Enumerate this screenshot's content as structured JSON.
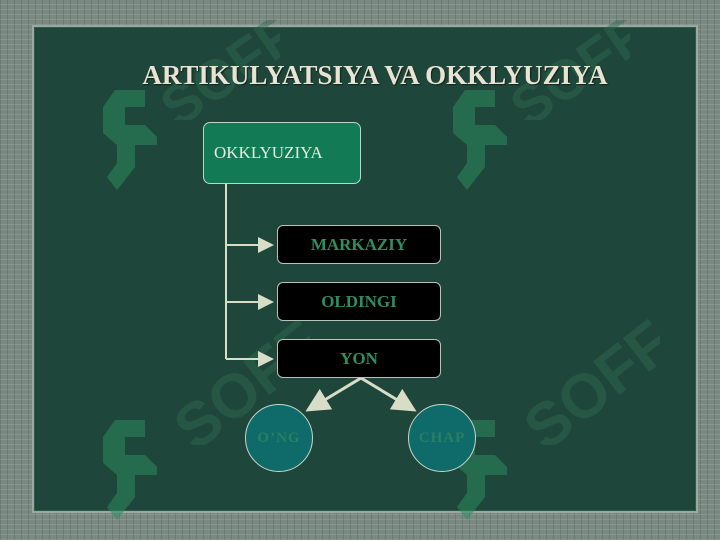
{
  "slide": {
    "title": "ARTIKULYATSIYA VA OKKLYUZIYA"
  },
  "diagram": {
    "root": "OKKLYUZIYA",
    "children": [
      "MARKAZIY",
      "OLDINGI",
      "YON"
    ],
    "leaves": [
      "O’NG",
      "CHAP"
    ]
  },
  "colors": {
    "background": "#1f463a",
    "root_fill": "#127a55",
    "child_fill": "#000000",
    "child_text": "#2e8f5e",
    "leaf_fill": "#0f6a6a",
    "connector": "#d8ddc8"
  },
  "watermark": {
    "text": "SOFF",
    "icon": "logo-icon"
  }
}
